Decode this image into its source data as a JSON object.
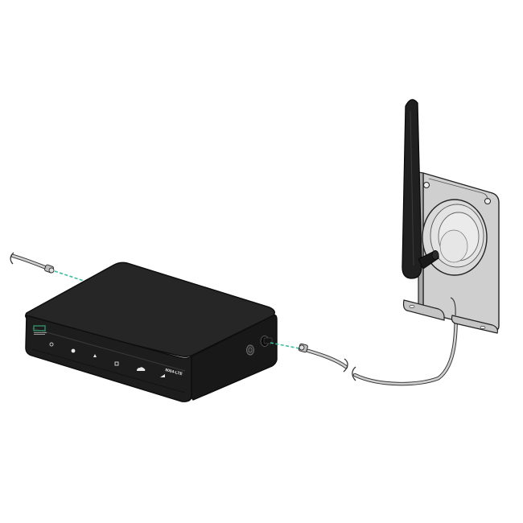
{
  "diagram": {
    "type": "installation-illustration",
    "device": {
      "model_label": "9004-LTE",
      "front_indicators": [
        "power-icon",
        "status-dot-icon",
        "alert-icon",
        "grid-icon",
        "cloud-icon",
        "signal-icon"
      ],
      "colors": {
        "body": "#232323",
        "edge": "#111111",
        "logo": "#2f8f6a"
      }
    },
    "antenna": {
      "description": "Wall-mounted LTE antenna with bracket",
      "colors": {
        "whip": "#1f1f1f",
        "bracket": "#c9c9c9",
        "base": "#d6d6d6"
      }
    },
    "connections": [
      {
        "from": "left-cable-connector",
        "to": "device-left-port",
        "line_color": "#3bbf9f",
        "style": "dashed"
      },
      {
        "from": "device-right-antenna-port",
        "to": "antenna-cable-connector",
        "line_color": "#3bbf9f",
        "style": "dashed"
      }
    ],
    "colors": {
      "cable": "#cfcfcf",
      "cable_outline": "#333333",
      "connection_line": "#3bbf9f",
      "background": "#ffffff"
    }
  }
}
